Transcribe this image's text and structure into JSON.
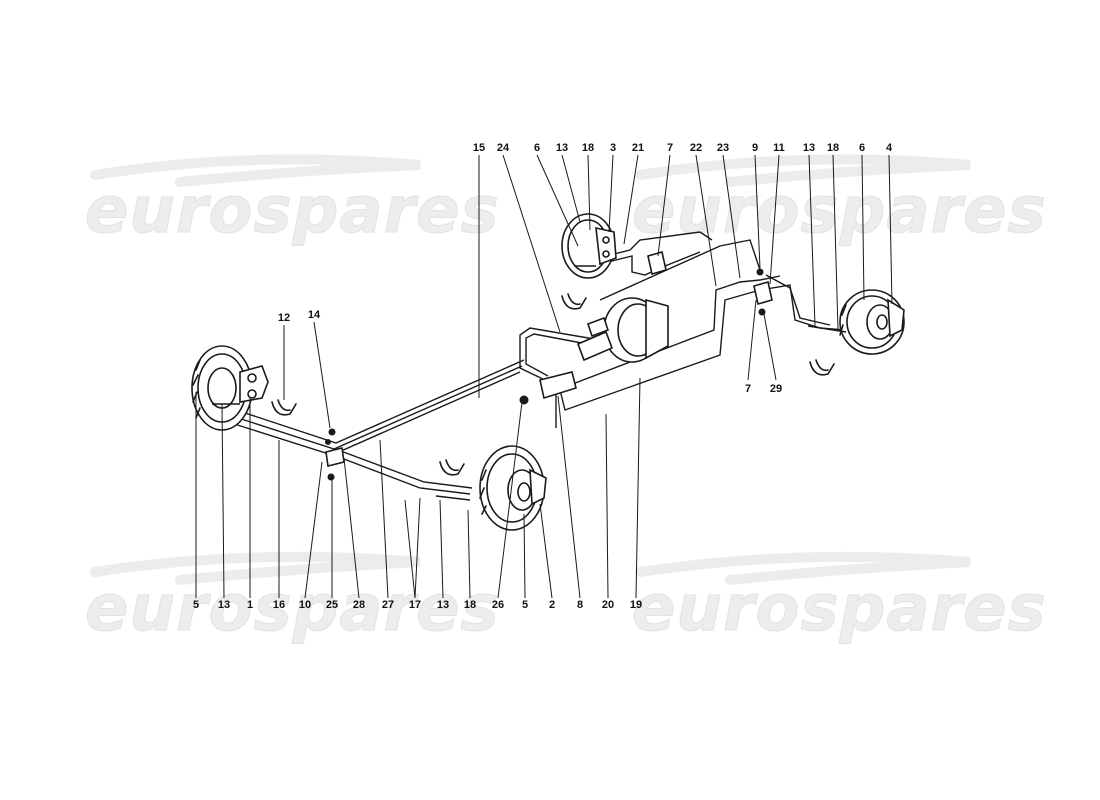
{
  "watermark": {
    "text": "eurospares"
  },
  "callouts": {
    "top": [
      {
        "id": "t15",
        "label": "15"
      },
      {
        "id": "t24",
        "label": "24"
      },
      {
        "id": "t6a",
        "label": "6"
      },
      {
        "id": "t13a",
        "label": "13"
      },
      {
        "id": "t18a",
        "label": "18"
      },
      {
        "id": "t3",
        "label": "3"
      },
      {
        "id": "t21",
        "label": "21"
      },
      {
        "id": "t7a",
        "label": "7"
      },
      {
        "id": "t22",
        "label": "22"
      },
      {
        "id": "t23",
        "label": "23"
      },
      {
        "id": "t9",
        "label": "9"
      },
      {
        "id": "t11",
        "label": "11"
      },
      {
        "id": "t13b",
        "label": "13"
      },
      {
        "id": "t18b",
        "label": "18"
      },
      {
        "id": "t6b",
        "label": "6"
      },
      {
        "id": "t4",
        "label": "4"
      }
    ],
    "middle": [
      {
        "id": "m12",
        "label": "12"
      },
      {
        "id": "m14",
        "label": "14"
      },
      {
        "id": "m7",
        "label": "7"
      },
      {
        "id": "m29",
        "label": "29"
      }
    ],
    "bottom": [
      {
        "id": "b5a",
        "label": "5"
      },
      {
        "id": "b13a",
        "label": "13"
      },
      {
        "id": "b1",
        "label": "1"
      },
      {
        "id": "b16",
        "label": "16"
      },
      {
        "id": "b10",
        "label": "10"
      },
      {
        "id": "b25",
        "label": "25"
      },
      {
        "id": "b28",
        "label": "28"
      },
      {
        "id": "b27",
        "label": "27"
      },
      {
        "id": "b17",
        "label": "17"
      },
      {
        "id": "b13b",
        "label": "13"
      },
      {
        "id": "b18",
        "label": "18"
      },
      {
        "id": "b26",
        "label": "26"
      },
      {
        "id": "b5b",
        "label": "5"
      },
      {
        "id": "b2",
        "label": "2"
      },
      {
        "id": "b8",
        "label": "8"
      },
      {
        "id": "b20",
        "label": "20"
      },
      {
        "id": "b19",
        "label": "19"
      }
    ]
  }
}
